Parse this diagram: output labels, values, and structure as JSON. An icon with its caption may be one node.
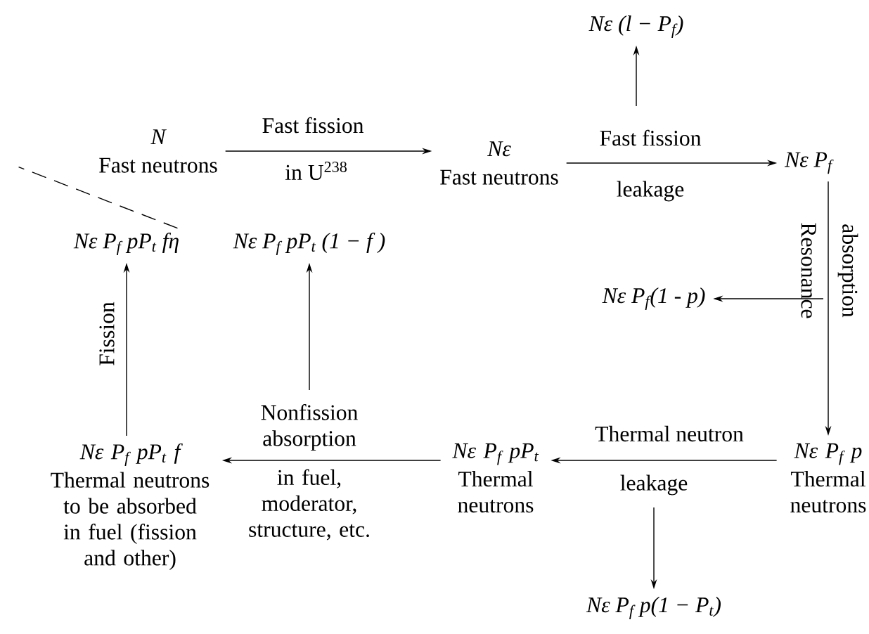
{
  "diagram": {
    "nodes": [
      {
        "text": [
          "N",
          "Fast neutrons"
        ]
      },
      {
        "text": [
          "Nε",
          "Fast neutrons"
        ]
      },
      {
        "text": [
          "Nε (l − P$_{f}$)"
        ]
      },
      {
        "text": [
          "Nε P$_{f}$"
        ]
      },
      {
        "text": [
          "Nε P$_{f}$(1 - p)"
        ]
      },
      {
        "text": [
          "Nε P$_{f}$ p",
          "Thermal neutrons"
        ]
      },
      {
        "text": [
          "Nε P$_{f}$ p(1 − P$_{t}$)"
        ]
      },
      {
        "text": [
          "Nε P$_{f}$ pP$_{t}$",
          "Thermal neutrons"
        ]
      },
      {
        "text": [
          "Nε P$_{f}$ pP$_{t}$ (1 − f )"
        ]
      },
      {
        "text": [
          "Nε P$_{f}$ pP$_{t}$ f",
          "Thermal neutrons to be absorbed in fuel (fission and other)"
        ]
      },
      {
        "text": [
          "Nε P$_{f}$ pP$_{t}$ fη"
        ]
      }
    ],
    "edges": [
      {
        "from": 0,
        "to": 1,
        "arrow": "to",
        "label": "Fast fission"
      },
      {
        "from": 1,
        "to": 3,
        "arrow": "to",
        "label": "Fast fission"
      },
      {
        "from": null,
        "to": 2,
        "arrow": "to"
      },
      {
        "from": 3,
        "to": 5,
        "arrow": "to",
        "label": "Resonance"
      },
      {
        "from": null,
        "to": 4,
        "arrow": "to"
      },
      {
        "from": 5,
        "to": 7,
        "arrow": "to",
        "label": "Thermal neutron"
      },
      {
        "from": null,
        "to": 6,
        "arrow": "to"
      },
      {
        "from": 7,
        "to": 9,
        "arrow": "to",
        "label": "Nonfission absorption"
      },
      {
        "from": null,
        "to": 8,
        "arrow": "to"
      },
      {
        "from": 9,
        "to": 10,
        "arrow": "to",
        "label": "Fission"
      },
      {
        "from": 10,
        "to": null,
        "arrow": "none",
        "style": "dashed"
      }
    ],
    "labels": [
      "in U$^{238}$",
      "leakage",
      "absorption",
      "leakage",
      "in fuel, moderator, structure, etc."
    ]
  }
}
